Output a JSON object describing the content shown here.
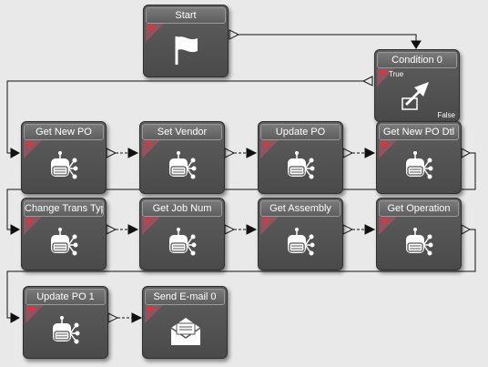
{
  "flow": {
    "start": {
      "title": "Start",
      "icon": "flag-icon"
    },
    "condition": {
      "title": "Condition 0",
      "icon": "arrow-icon",
      "true_label": "True",
      "false_label": "False"
    },
    "row1": [
      {
        "title": "Get New PO",
        "icon": "method-icon"
      },
      {
        "title": "Set Vendor",
        "icon": "method-icon"
      },
      {
        "title": "Update PO",
        "icon": "method-icon"
      },
      {
        "title": "Get New PO Dtl",
        "icon": "method-icon"
      }
    ],
    "row2": [
      {
        "title": "Change Trans Type",
        "icon": "method-icon"
      },
      {
        "title": "Get Job Num",
        "icon": "method-icon"
      },
      {
        "title": "Get Assembly",
        "icon": "method-icon"
      },
      {
        "title": "Get Operation",
        "icon": "method-icon"
      }
    ],
    "row3": [
      {
        "title": "Update PO 1",
        "icon": "method-icon"
      },
      {
        "title": "Send E-mail 0",
        "icon": "email-icon"
      }
    ]
  },
  "colors": {
    "background": "#e9e9e9",
    "node": "#555555",
    "plus": "#ff2b2b",
    "corner": "#8e5560",
    "connector": "#111111"
  }
}
